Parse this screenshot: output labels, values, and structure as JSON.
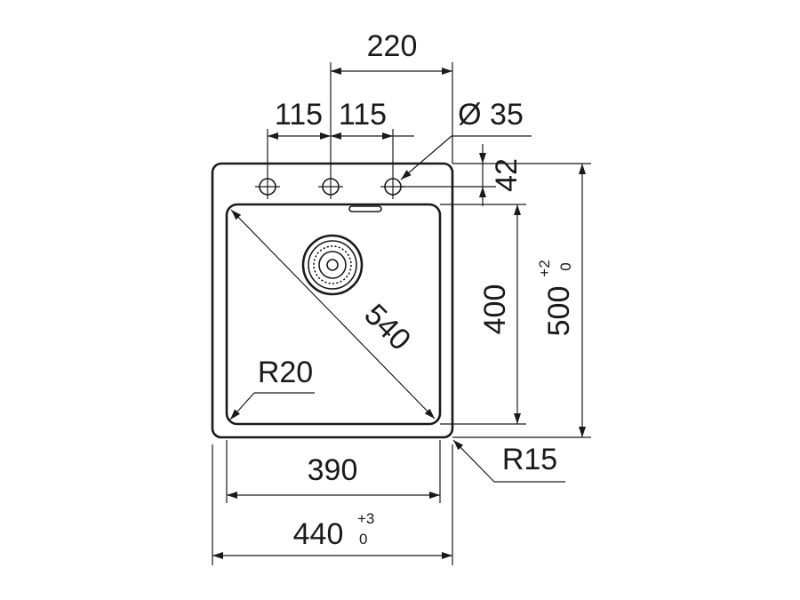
{
  "dimensions": {
    "tap_span": "220",
    "tap_left_spacing": "115",
    "tap_right_spacing": "115",
    "tap_hole_diameter": "Ø 35",
    "tap_offset": "42",
    "bowl_diagonal": "540",
    "bowl_depth": "400",
    "overall_depth": "500",
    "overall_depth_tol_upper": "+2",
    "overall_depth_tol_lower": "0",
    "bowl_corner_radius": "R20",
    "outer_corner_radius": "R15",
    "bowl_width": "390",
    "overall_width": "440",
    "overall_width_tol_upper": "+3",
    "overall_width_tol_lower": "0"
  },
  "colors": {
    "line": "#1a1a1a",
    "background": "#ffffff"
  }
}
